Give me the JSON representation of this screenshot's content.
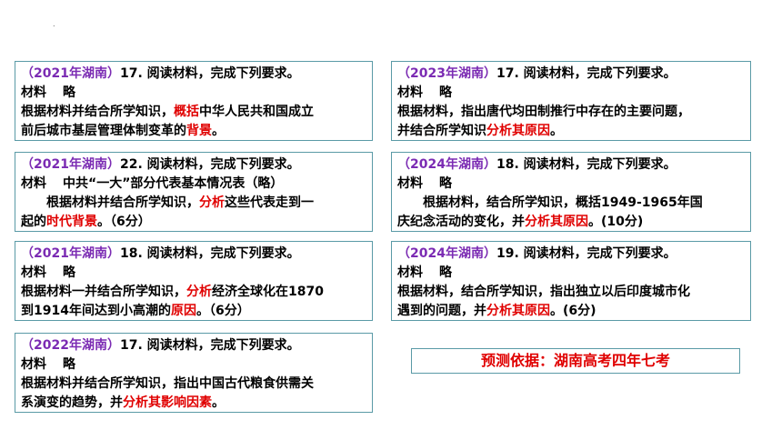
{
  "page_mark": ".",
  "cards": [
    {
      "id": "c1",
      "year": "（2021年湖南）",
      "title": "17. 阅读材料，完成下列要求。",
      "material_label": "材料",
      "material_text": "略",
      "q_line1_a": "根据材料并结合所学知识，",
      "q_line1_red": "概括",
      "q_line1_b": "中华人民共和国成立",
      "q_line2_a": "前后城市基层管理体制变革的",
      "q_line2_red": "背景",
      "q_line2_b": "。"
    },
    {
      "id": "c2",
      "year": "（2021年湖南）",
      "title": "22. 阅读材料，完成下列要求。",
      "material_label": "材料",
      "material_text": "中共“一大”部分代表基本情况表（略）",
      "q_line1_a": "根据材料并结合所学知识，",
      "q_line1_red": "分析",
      "q_line1_b": "这些代表走到一",
      "q_line2_a": "起的",
      "q_line2_red": "时代背景",
      "q_line2_b": "。（6分）"
    },
    {
      "id": "c3",
      "year": "（2021年湖南）",
      "title": "18. 阅读材料，完成下列要求。",
      "material_label": "材料",
      "material_text": "略",
      "q_line1_a": "根据材料一并结合所学知识，",
      "q_line1_red": "分析",
      "q_line1_b": "经济全球化在1870",
      "q_line2_a": "到1914年间达到小高潮的",
      "q_line2_red": "原因",
      "q_line2_b": "。（6分）"
    },
    {
      "id": "c4",
      "year": "（2022年湖南）",
      "title": "17. 阅读材料，完成下列要求。",
      "material_label": "材料",
      "material_text": "略",
      "q_line1_a": "根据材料并结合所学知识，指出中国古代粮食供需关",
      "q_line1_red": "",
      "q_line1_b": "",
      "q_line2_a": "系演变的趋势，并",
      "q_line2_red": "分析其影响因素",
      "q_line2_b": "。"
    },
    {
      "id": "c5",
      "year": "（2023年湖南）",
      "title": "17. 阅读材料，完成下列要求。",
      "material_label": "材料",
      "material_text": "略",
      "q_line1_a": "根据材料，指出唐代均田制推行中存在的主要问题，",
      "q_line1_red": "",
      "q_line1_b": "",
      "q_line2_a": "并结合所学知识",
      "q_line2_red": "分析其原因",
      "q_line2_b": "。"
    },
    {
      "id": "c6",
      "year": "（2024年湖南）",
      "title": "18. 阅读材料，完成下列要求。",
      "material_label": "材料",
      "material_text": "略",
      "q_line1_a": "根据材料，结合所学知识，概括1949-1965年国",
      "q_line1_red": "",
      "q_line1_b": "",
      "q_line2_a": "庆纪念活动的变化，并",
      "q_line2_red": "分析其原因",
      "q_line2_b": "。(10分)"
    },
    {
      "id": "c7",
      "year": "（2024年湖南）",
      "title": "19. 阅读材料，完成下列要求。",
      "material_label": "材料",
      "material_text": "略",
      "q_line1_a": "根据材料，结合所学知识，指出独立以后印度城市化",
      "q_line1_red": "",
      "q_line1_b": "",
      "q_line2_a": "遇到的问题，并",
      "q_line2_red": "分析其原因",
      "q_line2_b": "。(6分)"
    }
  ],
  "prediction": "预测依据：湖南高考四年七考",
  "colors": {
    "year": "#7b2bb3",
    "keyword": "#e00000",
    "border": "#5a9aa6"
  }
}
